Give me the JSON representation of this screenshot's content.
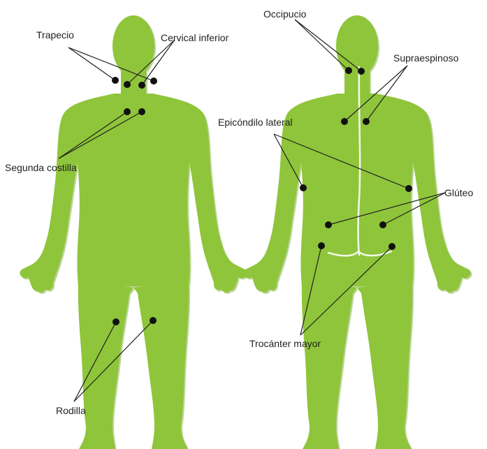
{
  "colors": {
    "body_fill": "#8fc53a",
    "body_shadow": "#7aab2f",
    "spine_line": "#f4f8ec",
    "marker": "#111111",
    "leader_line": "#1f1f1f",
    "text": "#1f1f1f"
  },
  "labels": {
    "trapecio": "Trapecio",
    "cervical_inferior": "Cervical inferior",
    "segunda_costilla": "Segunda costilla",
    "rodilla": "Rodilla",
    "occipucio": "Occipucio",
    "supraespinoso": "Supraespinoso",
    "epicondilo_lateral": "Epicóndilo lateral",
    "gluteo": "Glúteo",
    "trocanter_mayor": "Trocánter mayor"
  }
}
